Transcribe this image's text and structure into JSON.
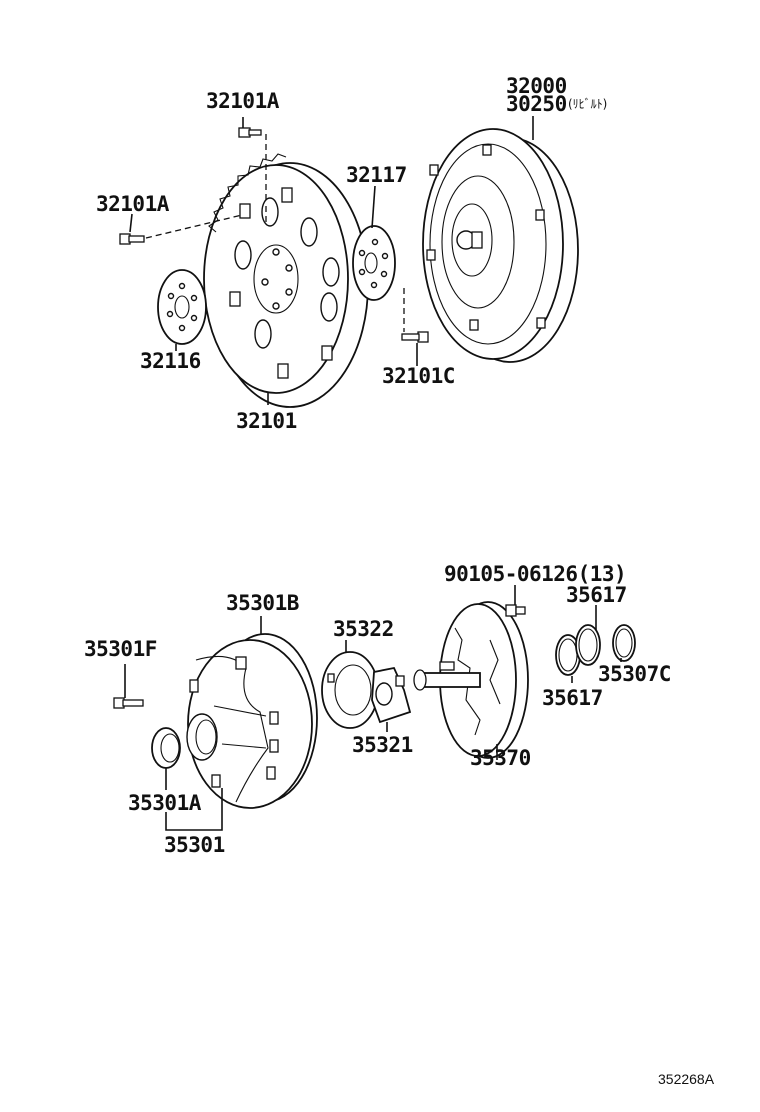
{
  "parts": {
    "p32000": "32000",
    "p30250": "30250",
    "p30250_note": "(ﾘﾋﾞﾙﾄ)",
    "p32101A_top": "32101A",
    "p32101A_left": "32101A",
    "p32117": "32117",
    "p32116": "32116",
    "p32101C": "32101C",
    "p32101": "32101",
    "p90105": "90105-06126(13)",
    "p35301B": "35301B",
    "p35617_top": "35617",
    "p35322": "35322",
    "p35301F": "35301F",
    "p35307C": "35307C",
    "p35617_bottom": "35617",
    "p35321": "35321",
    "p35370": "35370",
    "p35301A": "35301A",
    "p35301": "35301"
  },
  "diagram_ref": "352268A"
}
